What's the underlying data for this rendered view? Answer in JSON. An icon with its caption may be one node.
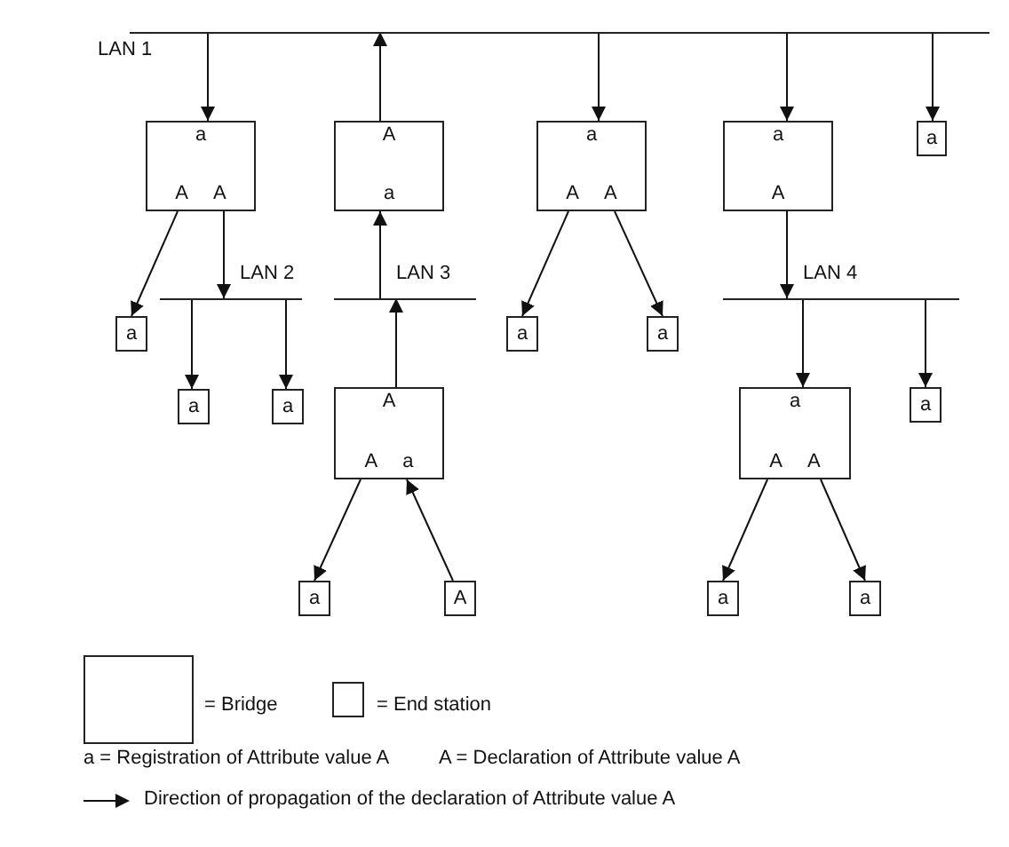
{
  "diagram": {
    "nodes": [
      {
        "text": [],
        "shape": "bar",
        "beside": [
          "LAN 1"
        ]
      },
      {
        "text": [
          "a",
          "A",
          "A"
        ]
      },
      {
        "text": [
          "A",
          "a"
        ]
      },
      {
        "text": [
          "a",
          "A",
          "A"
        ]
      },
      {
        "text": [
          "a",
          "A"
        ]
      },
      {
        "text": [
          "a"
        ]
      },
      {
        "text": [
          "a"
        ]
      },
      {
        "text": [],
        "shape": "bar",
        "beside": [
          "LAN 2"
        ]
      },
      {
        "text": [],
        "shape": "bar",
        "beside": [
          "LAN 3"
        ]
      },
      {
        "text": [
          "a"
        ]
      },
      {
        "text": [
          "a"
        ]
      },
      {
        "text": [],
        "shape": "bar",
        "beside": [
          "LAN 4"
        ]
      },
      {
        "text": [
          "a"
        ]
      },
      {
        "text": [
          "a"
        ]
      },
      {
        "text": [
          "A",
          "A",
          "a"
        ]
      },
      {
        "text": [
          "a",
          "A",
          "A"
        ]
      },
      {
        "text": [
          "a"
        ]
      },
      {
        "text": [
          "a"
        ]
      },
      {
        "text": [
          "A"
        ]
      },
      {
        "text": [
          "a"
        ]
      },
      {
        "text": [
          "a"
        ]
      }
    ],
    "edges": [
      {
        "from": 0,
        "to": 1,
        "arrow": "to"
      },
      {
        "from": 2,
        "to": 0,
        "arrow": "to"
      },
      {
        "from": 0,
        "to": 3,
        "arrow": "to"
      },
      {
        "from": 0,
        "to": 4,
        "arrow": "to"
      },
      {
        "from": 0,
        "to": 5,
        "arrow": "to"
      },
      {
        "from": 1,
        "to": 6,
        "arrow": "to"
      },
      {
        "from": 1,
        "to": 7,
        "arrow": "to"
      },
      {
        "from": 8,
        "to": 2,
        "arrow": "to"
      },
      {
        "from": 3,
        "to": 9,
        "arrow": "to"
      },
      {
        "from": 3,
        "to": 10,
        "arrow": "to"
      },
      {
        "from": 4,
        "to": 11,
        "arrow": "to"
      },
      {
        "from": 7,
        "to": 12,
        "arrow": "to"
      },
      {
        "from": 7,
        "to": 13,
        "arrow": "to"
      },
      {
        "from": 14,
        "to": 8,
        "arrow": "to"
      },
      {
        "from": 11,
        "to": 15,
        "arrow": "to"
      },
      {
        "from": 11,
        "to": 16,
        "arrow": "to"
      },
      {
        "from": 14,
        "to": 17,
        "arrow": "to"
      },
      {
        "from": 18,
        "to": 14,
        "arrow": "to"
      },
      {
        "from": 15,
        "to": 19,
        "arrow": "to"
      },
      {
        "from": 15,
        "to": 20,
        "arrow": "to"
      }
    ],
    "labels": [
      "a = Registration of Attribute value A",
      "A = Declaration of Attribute value A"
    ],
    "legend": [
      {
        "text": "= Bridge"
      },
      {
        "text": "= End station"
      },
      {
        "text": "Direction of propagation of the declaration of Attribute value A"
      }
    ]
  }
}
